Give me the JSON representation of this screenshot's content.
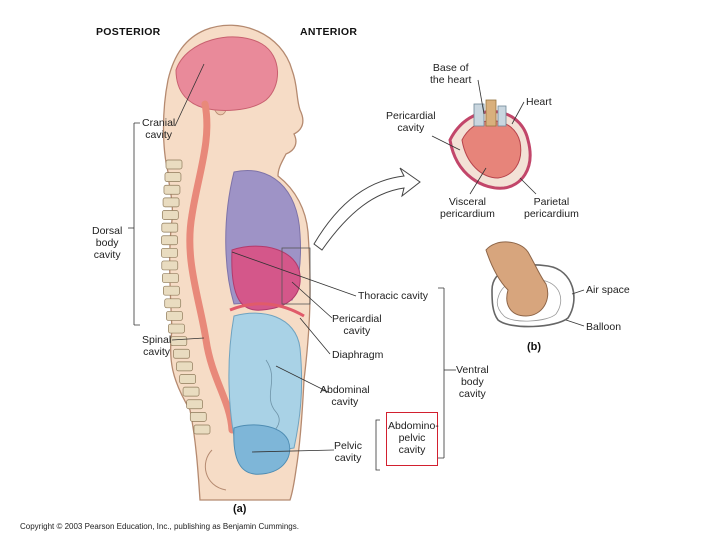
{
  "headings": {
    "posterior": "POSTERIOR",
    "anterior": "ANTERIOR"
  },
  "labels": {
    "cranial_cavity": [
      "Cranial",
      "cavity"
    ],
    "dorsal_body_cavity": [
      "Dorsal",
      "body",
      "cavity"
    ],
    "spinal_cavity": [
      "Spinal",
      "cavity"
    ],
    "thoracic_cavity": "Thoracic cavity",
    "pericardial_cavity_a": [
      "Pericardial",
      "cavity"
    ],
    "diaphragm": "Diaphragm",
    "abdominal_cavity": [
      "Abdominal",
      "cavity"
    ],
    "pelvic_cavity": [
      "Pelvic",
      "cavity"
    ],
    "ventral_body_cavity": [
      "Ventral",
      "body",
      "cavity"
    ],
    "abdominopelvic_cavity": [
      "Abdomino-",
      "pelvic",
      "cavity"
    ],
    "base_of_heart": [
      "Base of",
      "the heart"
    ],
    "heart": "Heart",
    "pericardial_cavity_heart": [
      "Pericardial",
      "cavity"
    ],
    "visceral_pericardium": [
      "Visceral",
      "pericardium"
    ],
    "parietal_pericardium": [
      "Parietal",
      "pericardium"
    ],
    "air_space": "Air space",
    "balloon": "Balloon"
  },
  "panels": {
    "a": "(a)",
    "b": "(b)"
  },
  "copyright": "Copyright © 2003 Pearson Education, Inc., publishing as Benjamin Cummings.",
  "colors": {
    "skin": "#f6dcc6",
    "skin_outline": "#b58a70",
    "brain": "#e98a9a",
    "spinal_cord": "#e8897a",
    "vertebra": "#e9dcc0",
    "thoracic": "#9e93c6",
    "pericardial": "#d4578a",
    "abdominal": "#a9d2e6",
    "pelvic": "#7eb6d8",
    "highlight_box": "#d2202f"
  }
}
